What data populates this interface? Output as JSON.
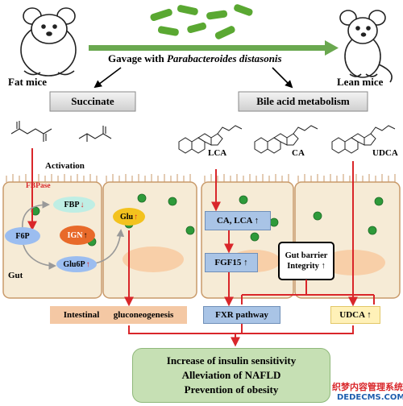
{
  "top": {
    "gavage_prefix": "Gavage with ",
    "gavage_species": "Parabacteroides distasonis",
    "fat_mice": "Fat mice",
    "lean_mice": "Lean mice"
  },
  "pathways": {
    "succinate": "Succinate",
    "bile_acid": "Bile acid metabolism"
  },
  "molecules": {
    "activation": "Activation",
    "lca": "LCA",
    "ca": "CA",
    "udca": "UDCA"
  },
  "gut": {
    "label": "Gut",
    "fbpase": "FBPase",
    "fbp": "FBP",
    "ign": "IGN",
    "f6p": "F6P",
    "glu6p": "Glu6P",
    "glu": "Glu",
    "ca_lca": "CA, LCA ↑",
    "fgf15": "FGF15 ↑",
    "gut_barrier_1": "Gut barrier",
    "gut_barrier_2": "Integrity ↑"
  },
  "outputs": {
    "intestinal_a": "Intestinal",
    "intestinal_b": "gluconeogenesis",
    "fxr": "FXR pathway",
    "udca_up": "UDCA ↑"
  },
  "outcomes": {
    "line1": "Increase of insulin sensitivity",
    "line2": "Alleviation of NAFLD",
    "line3": "Prevention of obesity"
  },
  "watermark": {
    "line1": "织梦内容管理系统",
    "line2": "DEDECMS.COM"
  },
  "colors": {
    "arrow_red": "#d9262a",
    "green_arrow": "#6aa84f",
    "bacteria": "#5aa832",
    "cell_bg": "#f6ebd6",
    "cell_border": "#c99a6a",
    "blue_box": "#a9c4e6",
    "orange_box": "#f4c8a4",
    "yellow_box": "#fff1b8",
    "outcome_box": "#c6e0b4"
  }
}
